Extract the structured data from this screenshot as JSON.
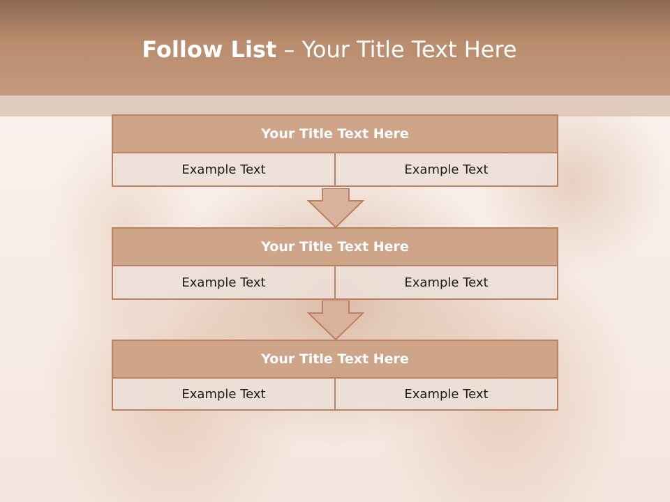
{
  "header": {
    "title_strong": "Follow List",
    "title_rest": " – Your Title Text Here"
  },
  "blocks": [
    {
      "title": "Your Title Text Here",
      "left": "Example Text",
      "right": "Example Text"
    },
    {
      "title": "Your Title Text Here",
      "left": "Example Text",
      "right": "Example Text"
    },
    {
      "title": "Your Title Text Here",
      "left": "Example Text",
      "right": "Example Text"
    }
  ],
  "colors": {
    "header": "#b98c6e",
    "block_title_bg": "#cfa58a",
    "border": "#b98062",
    "cell_bg": "#ece0d8"
  }
}
